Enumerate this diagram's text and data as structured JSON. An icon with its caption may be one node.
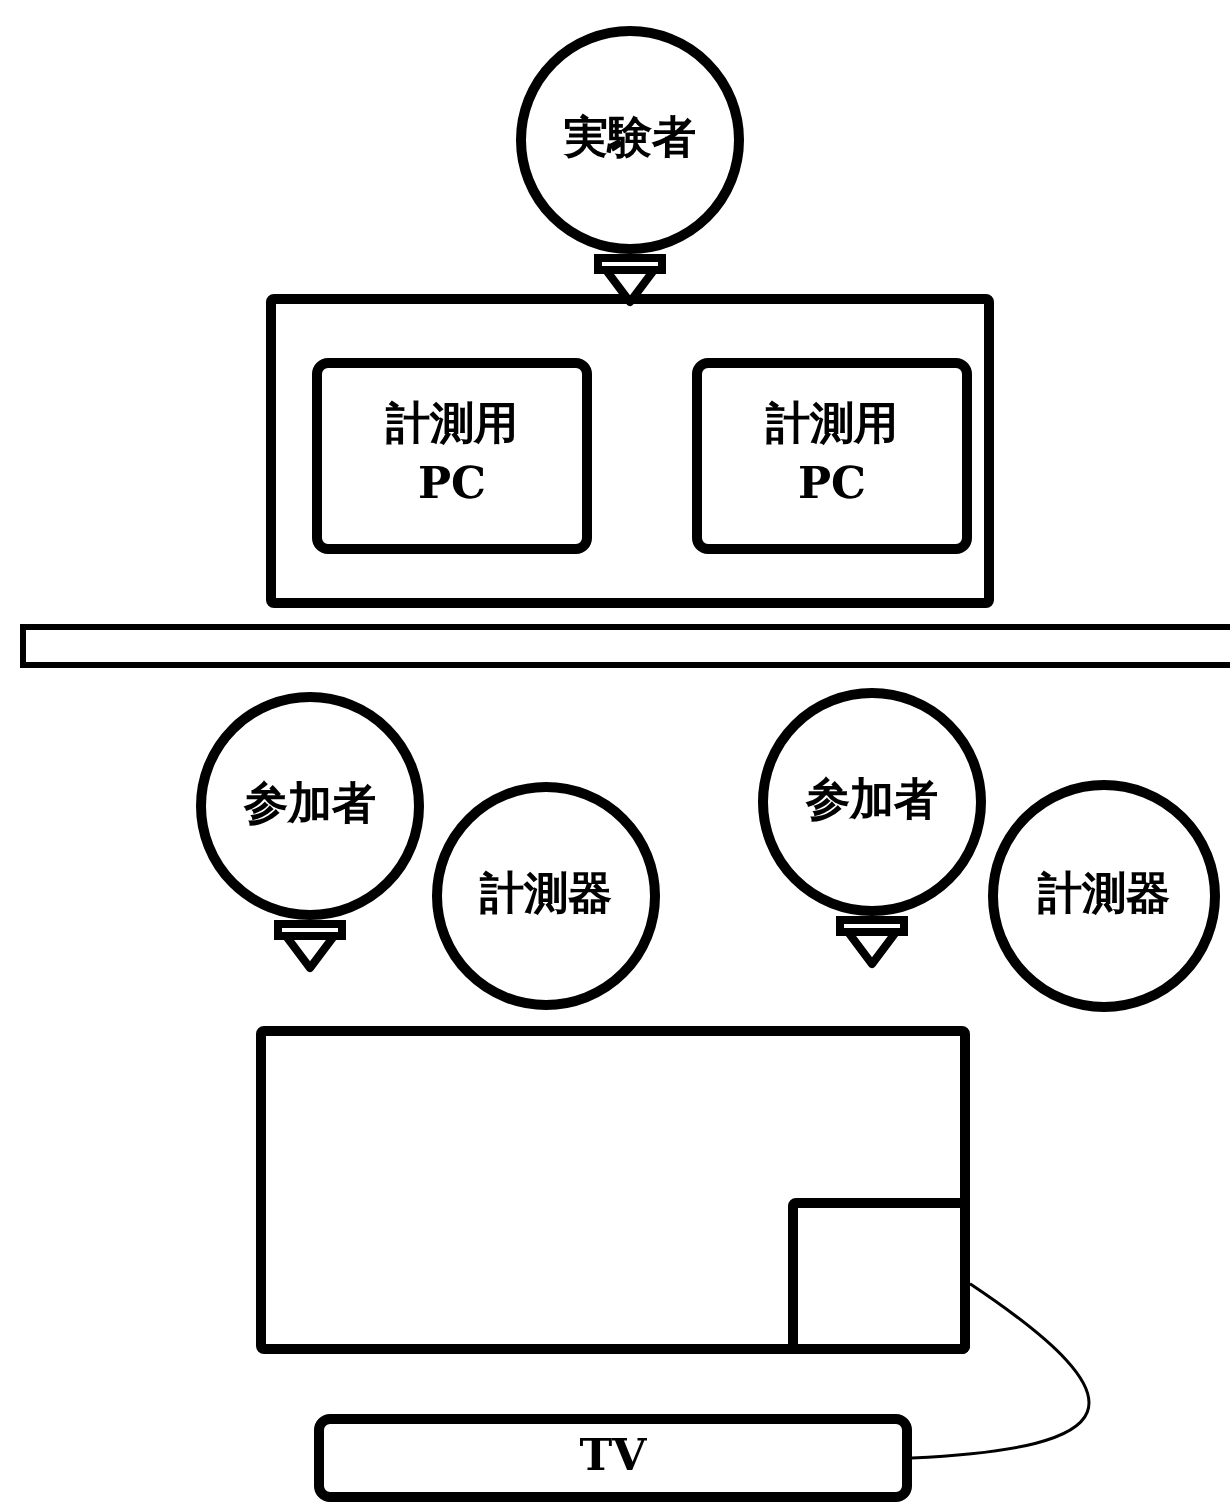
{
  "diagram": {
    "nodes": [
      {
        "text": [
          "実験者"
        ]
      },
      {
        "text": [],
        "shape": "box"
      },
      {
        "text": [
          "計測用PC"
        ],
        "in": 1
      },
      {
        "text": [
          "計測用PC"
        ],
        "in": 1
      },
      {
        "text": [],
        "shape": "bar"
      },
      {
        "text": [
          "参加者"
        ]
      },
      {
        "text": [
          "計測器"
        ]
      },
      {
        "text": [
          "参加者"
        ]
      },
      {
        "text": [
          "計測器"
        ]
      },
      {
        "text": [],
        "shape": "box"
      },
      {
        "text": [],
        "shape": "box",
        "in": 9
      },
      {
        "text": [
          "TV"
        ]
      }
    ],
    "edges": [
      {
        "from": 10,
        "to": 11,
        "arrow": "none"
      }
    ]
  }
}
